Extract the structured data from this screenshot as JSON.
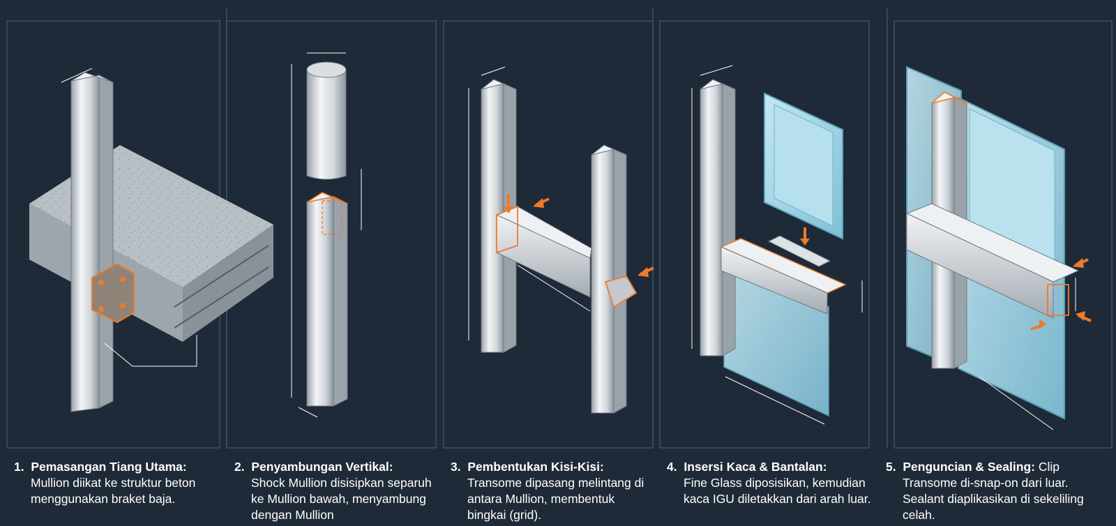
{
  "steps": [
    {
      "num": "1.",
      "title": "Pemasangan Tiang Utama:",
      "body": "Mullion diikat ke struktur beton menggunakan braket baja."
    },
    {
      "num": "2.",
      "title": "Penyambungan Vertikal:",
      "body": "Shock Mullion disisipkan separuh ke Mullion bawah, menyambung dengan Mullion"
    },
    {
      "num": "3.",
      "title": "Pembentukan Kisi-Kisi:",
      "body": "Transome dipasang melintang di antara Mullion, membentuk bingkai (grid)."
    },
    {
      "num": "4.",
      "title": "Insersi Kaca & Bantalan:",
      "body": "Fine Glass diposisikan, kemudian kaca IGU diletakkan dari arah luar."
    },
    {
      "num": "5.",
      "title": "Penguncian & Sealing:",
      "inline": "Clip",
      "body": "Transome di-snap-on dari luar. Sealant diaplikasikan di sekeliling celah."
    }
  ],
  "colors": {
    "background": "#1f2a38",
    "accent": "#ee7a2c",
    "frame": "#3a5a76",
    "glass": "#9fd3e6",
    "aluminium": "#d7dde2",
    "concrete": "#b9c0c6"
  }
}
